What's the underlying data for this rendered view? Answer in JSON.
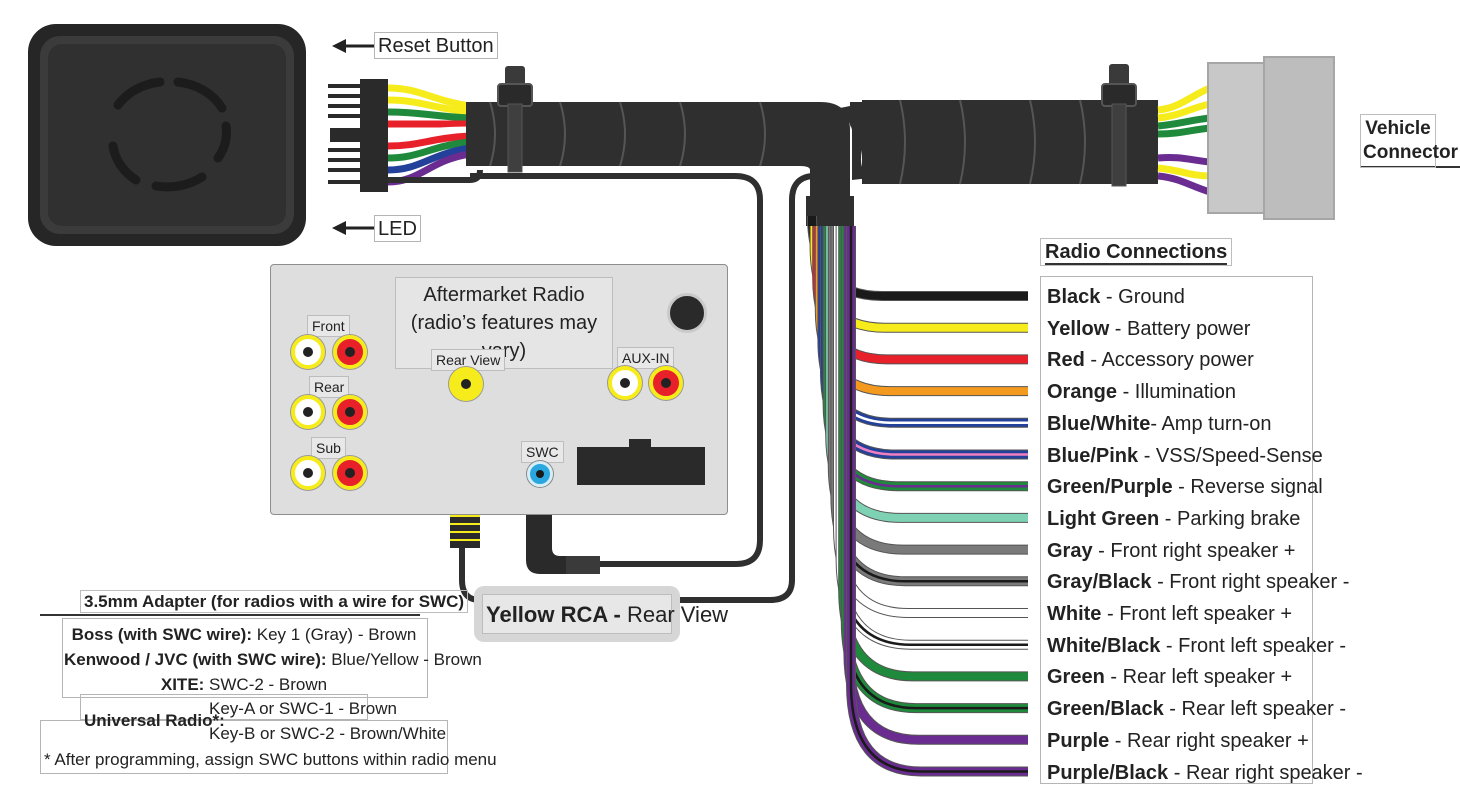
{
  "labels": {
    "reset_button": "Reset Button",
    "led": "LED",
    "vehicle_connector_line1": "Vehicle",
    "vehicle_connector_line2": "Connector",
    "radio_connections_title": "Radio Connections",
    "yellow_rca_bold": "Yellow RCA -",
    "yellow_rca_rest": " Rear View"
  },
  "radio": {
    "title_line1": "Aftermarket Radio",
    "title_line2": "(radio’s features may vary)",
    "front": "Front",
    "rear": "Rear",
    "sub": "Sub",
    "rear_view": "Rear View",
    "aux_in": "AUX-IN",
    "swc": "SWC"
  },
  "connections": [
    {
      "color_name": "Black",
      "desc": " - Ground",
      "colors": [
        "#1a1a1a"
      ]
    },
    {
      "color_name": "Yellow",
      "desc": " - Battery power",
      "colors": [
        "#f7ec1b"
      ]
    },
    {
      "color_name": "Red",
      "desc": " - Accessory power",
      "colors": [
        "#e8202a"
      ]
    },
    {
      "color_name": "Orange",
      "desc": "  - Illumination",
      "colors": [
        "#f39a1e"
      ]
    },
    {
      "color_name": "Blue/White",
      "desc": "- Amp turn-on",
      "colors": [
        "#23409a",
        "#ffffff"
      ]
    },
    {
      "color_name": "Blue/Pink",
      "desc": " - VSS/Speed-Sense",
      "colors": [
        "#23409a",
        "#ef7fc0"
      ]
    },
    {
      "color_name": "Green/Purple",
      "desc": " - Reverse signal",
      "colors": [
        "#1f8a3b",
        "#6a2c91"
      ]
    },
    {
      "color_name": "Light Green",
      "desc": " - Parking brake",
      "colors": [
        "#7fd1b4"
      ]
    },
    {
      "color_name": "Gray",
      "desc": " - Front right speaker +",
      "colors": [
        "#7a7a7a"
      ]
    },
    {
      "color_name": "Gray/Black",
      "desc": " - Front right speaker -",
      "colors": [
        "#7a7a7a",
        "#1a1a1a"
      ]
    },
    {
      "color_name": "White",
      "desc": " - Front left speaker +",
      "colors": [
        "#ffffff"
      ]
    },
    {
      "color_name": "White/Black",
      "desc": " - Front left speaker -",
      "colors": [
        "#ffffff",
        "#1a1a1a"
      ]
    },
    {
      "color_name": "Green",
      "desc": " - Rear left speaker +",
      "colors": [
        "#1f8a3b"
      ]
    },
    {
      "color_name": "Green/Black",
      "desc": " - Rear left speaker -",
      "colors": [
        "#1f8a3b",
        "#1a1a1a"
      ]
    },
    {
      "color_name": "Purple",
      "desc": " - Rear right speaker +",
      "colors": [
        "#6a2c91"
      ]
    },
    {
      "color_name": "Purple/Black",
      "desc": " - Rear right speaker -",
      "colors": [
        "#6a2c91",
        "#1a1a1a"
      ]
    }
  ],
  "adapter": {
    "title": "3.5mm Adapter (for radios with a wire for SWC)",
    "boss_bold": "Boss (with SWC wire):",
    "boss_rest": " Key 1 (Gray) - Brown",
    "kenwood_bold": "Kenwood / JVC (with SWC wire):",
    "kenwood_rest": " Blue/Yellow - Brown",
    "xite_bold": "XITE:",
    "xite_rest": " SWC-2 - Brown",
    "universal_bold": "Universal Radio*:",
    "universal_line1": "Key-A or SWC-1 - Brown",
    "universal_line2": "Key-B or SWC-2 - Brown/White",
    "footnote": "* After programming, assign SWC buttons within radio menu"
  },
  "colors": {
    "harness": "#2f2f2f",
    "panel": "#dedede",
    "rca_yellow": "#f7ec1b",
    "rca_red": "#e8202a",
    "swc_blue": "#2aa7df",
    "connector_gray": "#c8c8c8"
  }
}
